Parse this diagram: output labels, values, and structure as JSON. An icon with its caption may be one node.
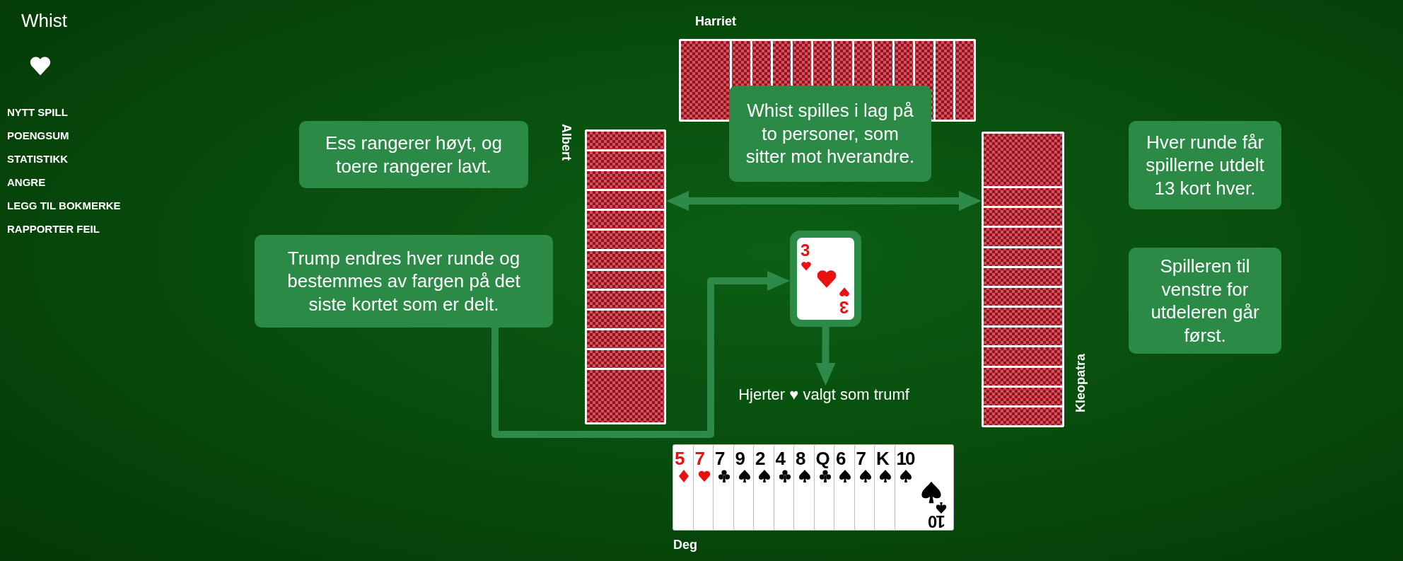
{
  "diagram": {
    "title": "Whist",
    "nodes": [
      {
        "text": [
          "Ess rangerer høyt, og toere rangerer lavt."
        ]
      },
      {
        "text": [],
        "shape": "box",
        "beside": [
          "Albert"
        ]
      },
      {
        "text": [
          "Whist spilles i lag på to personer, som sitter mot hverandre."
        ]
      },
      {
        "text": [],
        "shape": "box",
        "beside": [
          "Kleopatra"
        ]
      },
      {
        "text": [
          "Hver runde får spillerne utdelt 13 kort hver."
        ]
      },
      {
        "text": [
          "Trump endres hver runde og bestemmes av fargen på det siste kortet som er delt."
        ]
      },
      {
        "text": [
          "3",
          "3"
        ]
      },
      {
        "text": [
          "Hjerter ♥ valgt som trumf"
        ]
      },
      {
        "text": [
          "Spilleren til venstre for utdeleren går først."
        ]
      }
    ],
    "edges": [
      {
        "from": 1,
        "to": 3,
        "arrow": "both"
      },
      {
        "from": 5,
        "to": 6,
        "arrow": "to"
      },
      {
        "from": 6,
        "to": 7,
        "arrow": "to"
      }
    ],
    "labels": [
      "NYTT SPILL",
      "POENGSUM",
      "STATISTIKK",
      "ANGRE",
      "LEGG TIL BOKMERKE",
      "RAPPORTER FEIL",
      "Harriet",
      "5",
      "7",
      "7",
      "9",
      "2",
      "4",
      "8",
      "Q",
      "6",
      "7",
      "K",
      "10",
      "10",
      "Deg"
    ]
  }
}
